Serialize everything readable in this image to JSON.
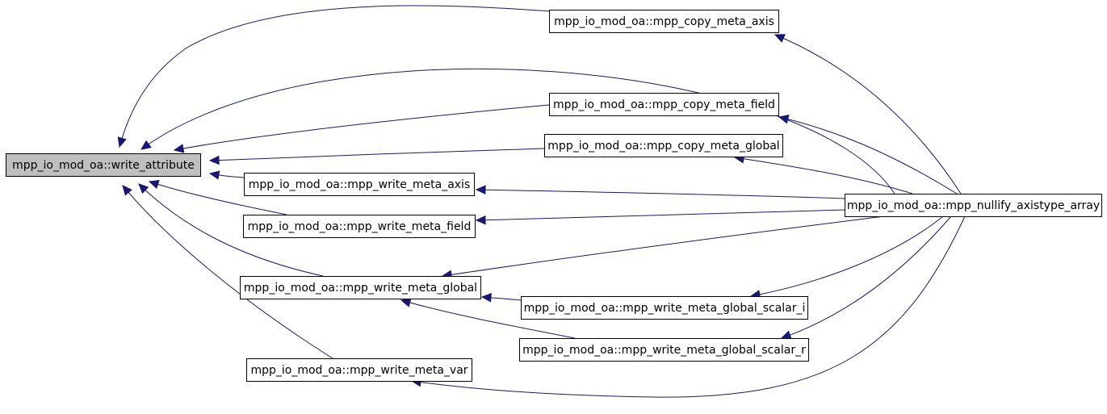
{
  "diagram": {
    "colors": {
      "edge": "#191970",
      "node_border": "#000000",
      "focus_fill": "#bfbfbf",
      "node_fill": "#ffffff"
    },
    "nodes": [
      {
        "id": "write_attribute",
        "label": "mpp_io_mod_oa::write_attribute",
        "focus": true
      },
      {
        "id": "copy_meta_axis",
        "label": "mpp_io_mod_oa::mpp_copy_meta_axis"
      },
      {
        "id": "copy_meta_field",
        "label": "mpp_io_mod_oa::mpp_copy_meta_field"
      },
      {
        "id": "copy_meta_global",
        "label": "mpp_io_mod_oa::mpp_copy_meta_global"
      },
      {
        "id": "write_meta_axis",
        "label": "mpp_io_mod_oa::mpp_write_meta_axis"
      },
      {
        "id": "write_meta_field",
        "label": "mpp_io_mod_oa::mpp_write_meta_field"
      },
      {
        "id": "write_meta_global",
        "label": "mpp_io_mod_oa::mpp_write_meta_global"
      },
      {
        "id": "write_meta_global_scalar_i",
        "label": "mpp_io_mod_oa::mpp_write_meta_global_scalar_i"
      },
      {
        "id": "write_meta_global_scalar_r",
        "label": "mpp_io_mod_oa::mpp_write_meta_global_scalar_r"
      },
      {
        "id": "write_meta_var",
        "label": "mpp_io_mod_oa::mpp_write_meta_var"
      },
      {
        "id": "nullify_axistype_array",
        "label": "mpp_io_mod_oa::mpp_nullify_axistype_array"
      }
    ],
    "edges": [
      {
        "from": "copy_meta_axis",
        "to": "write_attribute"
      },
      {
        "from": "nullify_axistype_array",
        "to": "write_attribute"
      },
      {
        "from": "copy_meta_field",
        "to": "write_attribute"
      },
      {
        "from": "copy_meta_global",
        "to": "write_attribute"
      },
      {
        "from": "write_meta_axis",
        "to": "write_attribute"
      },
      {
        "from": "write_meta_field",
        "to": "write_attribute"
      },
      {
        "from": "write_meta_global",
        "to": "write_attribute"
      },
      {
        "from": "write_meta_var",
        "to": "write_attribute"
      },
      {
        "from": "nullify_axistype_array",
        "to": "copy_meta_axis"
      },
      {
        "from": "nullify_axistype_array",
        "to": "copy_meta_field"
      },
      {
        "from": "nullify_axistype_array",
        "to": "copy_meta_global"
      },
      {
        "from": "nullify_axistype_array",
        "to": "write_meta_axis"
      },
      {
        "from": "nullify_axistype_array",
        "to": "write_meta_field"
      },
      {
        "from": "nullify_axistype_array",
        "to": "write_meta_global"
      },
      {
        "from": "nullify_axistype_array",
        "to": "write_meta_global_scalar_i"
      },
      {
        "from": "nullify_axistype_array",
        "to": "write_meta_global_scalar_r"
      },
      {
        "from": "nullify_axistype_array",
        "to": "write_meta_var"
      },
      {
        "from": "write_meta_global_scalar_i",
        "to": "write_meta_global"
      },
      {
        "from": "write_meta_global_scalar_r",
        "to": "write_meta_global"
      }
    ]
  }
}
